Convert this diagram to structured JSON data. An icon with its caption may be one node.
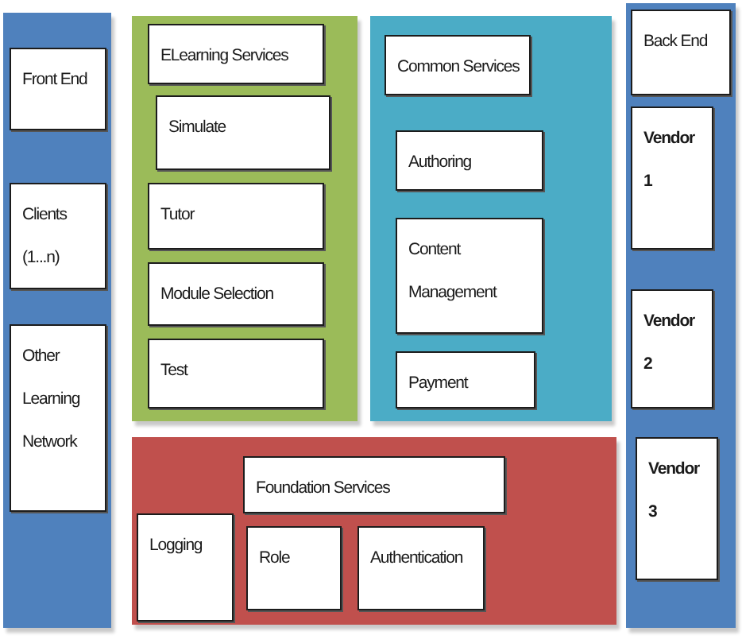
{
  "diagram": {
    "nodes": [
      {
        "text": [],
        "shape": "box"
      },
      {
        "text": [
          "Front End"
        ],
        "in": 0
      },
      {
        "text": [
          "Clients (1...n)"
        ],
        "in": 0
      },
      {
        "text": [
          "Other Learning Network"
        ],
        "in": 0
      },
      {
        "text": [],
        "shape": "box"
      },
      {
        "text": [
          "ELearning Services"
        ],
        "in": 4
      },
      {
        "text": [
          "Simulate"
        ],
        "in": 4
      },
      {
        "text": [
          "Tutor"
        ],
        "in": 4
      },
      {
        "text": [
          "Module Selection"
        ],
        "in": 4
      },
      {
        "text": [
          "Test"
        ],
        "in": 4
      },
      {
        "text": [],
        "shape": "box"
      },
      {
        "text": [
          "Common Services"
        ],
        "in": 10
      },
      {
        "text": [
          "Authoring"
        ],
        "in": 10
      },
      {
        "text": [
          "Content Management"
        ],
        "in": 10
      },
      {
        "text": [
          "Payment"
        ],
        "in": 10
      },
      {
        "text": [],
        "shape": "box"
      },
      {
        "text": [
          "Back End"
        ],
        "in": 15
      },
      {
        "text": [
          "Vendor 1"
        ],
        "in": 15
      },
      {
        "text": [
          "Vendor 2"
        ],
        "in": 15
      },
      {
        "text": [
          "Vendor 3"
        ],
        "in": 15
      },
      {
        "text": [],
        "shape": "box"
      },
      {
        "text": [
          "Foundation Services"
        ],
        "in": 20
      },
      {
        "text": [
          "Logging"
        ],
        "in": 20
      },
      {
        "text": [
          "Role"
        ],
        "in": 20
      },
      {
        "text": [
          "Authentication"
        ],
        "in": 20
      }
    ]
  }
}
